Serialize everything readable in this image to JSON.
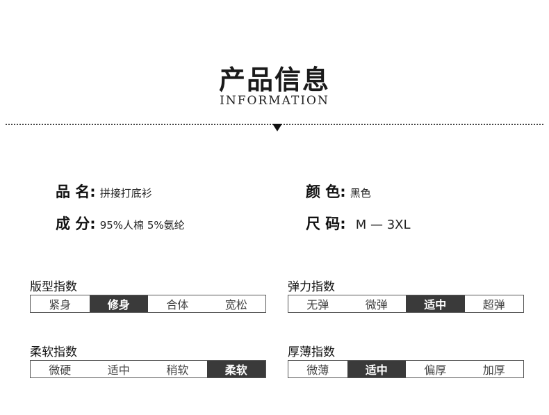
{
  "header": {
    "title": "产品信息",
    "subtitle": "INFORMATION"
  },
  "info": {
    "name_label": "品 名:",
    "name_value": "拼接打底衫",
    "color_label": "颜 色:",
    "color_value": "黑色",
    "composition_label": "成 分:",
    "composition_value": "95%人棉 5%氨纶",
    "size_label": "尺 码:",
    "size_value": "M — 3XL"
  },
  "scales": [
    {
      "title": "版型指数",
      "options": [
        "紧身",
        "修身",
        "合体",
        "宽松"
      ],
      "selected": "修身"
    },
    {
      "title": "弹力指数",
      "options": [
        "无弹",
        "微弹",
        "适中",
        "超弹"
      ],
      "selected": "适中"
    },
    {
      "title": "柔软指数",
      "options": [
        "微硬",
        "适中",
        "稍软",
        "柔软"
      ],
      "selected": "柔软"
    },
    {
      "title": "厚薄指数",
      "options": [
        "微薄",
        "适中",
        "偏厚",
        "加厚"
      ],
      "selected": "适中"
    }
  ],
  "colors": {
    "text": "#1a1a1a",
    "active_cell": "#3a3a3a",
    "border": "#555555"
  }
}
